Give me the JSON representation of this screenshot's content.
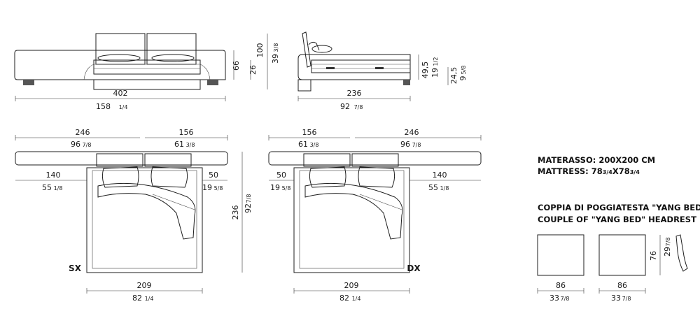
{
  "front": {
    "width": "402",
    "width_in": "158",
    "width_in_frac": "1/4",
    "h_total": "66",
    "h_base": "26",
    "h_head": "100",
    "h_head_in": "39",
    "h_head_in_frac": "3/8"
  },
  "side": {
    "length": "236",
    "length_in": "92",
    "length_in_frac": "7/8",
    "h_a": "49,5",
    "h_b": "19",
    "h_b_frac": "1/2",
    "h_c": "24,5",
    "h_d": "9",
    "h_d_frac": "5/8"
  },
  "plan_sx": {
    "label": "SX",
    "ext_left": "246",
    "ext_left_in": "96",
    "ext_left_in_frac": "7/8",
    "ext_right": "156",
    "ext_right_in": "61",
    "ext_right_in_frac": "3/8",
    "wing_left": "140",
    "wing_left_in": "55",
    "wing_left_in_frac": "1/8",
    "wing_right": "50",
    "wing_right_in": "19",
    "wing_right_in_frac": "5/8",
    "bed_w": "209",
    "bed_w_in": "82",
    "bed_w_in_frac": "1/4",
    "length": "236",
    "length_in": "92",
    "length_in_frac": "7/8"
  },
  "plan_dx": {
    "label": "DX",
    "ext_left": "156",
    "ext_left_in": "61",
    "ext_left_in_frac": "3/8",
    "ext_right": "246",
    "ext_right_in": "96",
    "ext_right_in_frac": "7/8",
    "wing_left": "50",
    "wing_left_in": "19",
    "wing_left_in_frac": "5/8",
    "wing_right": "140",
    "wing_right_in": "55",
    "wing_right_in_frac": "1/8",
    "bed_w": "209",
    "bed_w_in": "82",
    "bed_w_in_frac": "1/4"
  },
  "mattress": {
    "line1": "MATERASSO: 200X200 CM",
    "line2_a": "MATTRESS: 78",
    "line2_frac1": "3/4",
    "line2_b": "X78",
    "line2_frac2": "3/4"
  },
  "headrest": {
    "line1": "COPPIA DI POGGIATESTA \"YANG BED\"",
    "line2": "COUPLE OF \"YANG BED\" HEADREST",
    "w1": "86",
    "w1_in": "33",
    "w1_in_frac": "7/8",
    "w2": "86",
    "w2_in": "33",
    "w2_in_frac": "7/8",
    "h": "76",
    "h_in": "29",
    "h_in_frac": "7/8"
  }
}
